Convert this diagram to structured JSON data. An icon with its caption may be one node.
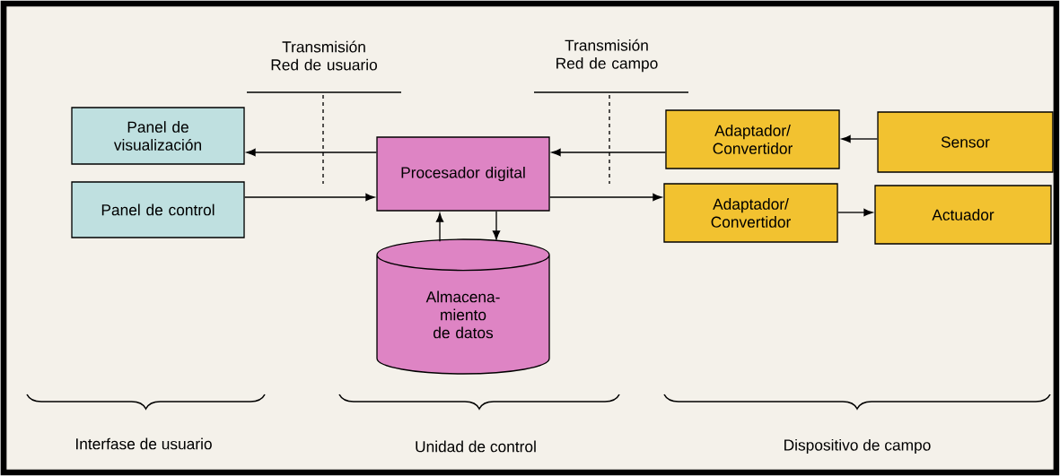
{
  "diagram": {
    "nodes": [
      {
        "text": [
          "Panel de visualización"
        ]
      },
      {
        "text": [
          "Panel de control"
        ]
      },
      {
        "text": [
          "Procesador digital"
        ]
      },
      {
        "text": [
          "Almacena- miento de datos"
        ]
      },
      {
        "text": [
          "Adaptador/ Convertidor"
        ]
      },
      {
        "text": [
          "Sensor"
        ]
      },
      {
        "text": [
          "Adaptador/ Convertidor"
        ]
      },
      {
        "text": [
          "Actuador"
        ]
      }
    ],
    "edges": [
      {
        "from": 2,
        "to": 0,
        "arrow": "to"
      },
      {
        "from": 1,
        "to": 2,
        "arrow": "to"
      },
      {
        "from": 3,
        "to": 2,
        "arrow": "to"
      },
      {
        "from": 2,
        "to": 3,
        "arrow": "to"
      },
      {
        "from": 4,
        "to": 2,
        "arrow": "to"
      },
      {
        "from": 2,
        "to": 6,
        "arrow": "to"
      },
      {
        "from": 5,
        "to": 4,
        "arrow": "to"
      },
      {
        "from": 6,
        "to": 7,
        "arrow": "to"
      }
    ],
    "labels": [
      "Transmisión Red de usuario",
      "Transmisión Red de campo",
      "Interfase de usuario",
      "Unidad de control",
      "Dispositivo de campo"
    ]
  }
}
